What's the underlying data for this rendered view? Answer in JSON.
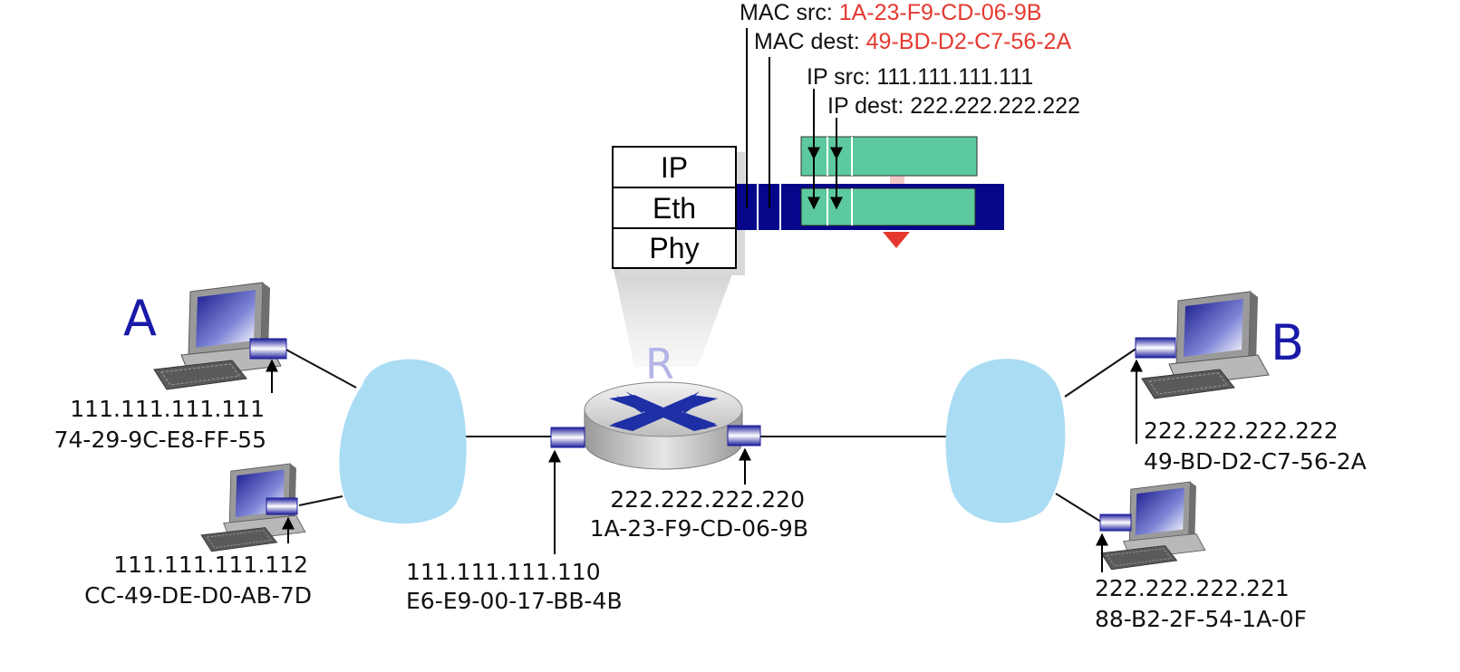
{
  "hosts": {
    "a": {
      "name": "A",
      "ip": "111.111.111.111",
      "mac": "74-29-9C-E8-FF-55"
    },
    "a2": {
      "ip": "111.111.111.112",
      "mac": "CC-49-DE-D0-AB-7D"
    },
    "b": {
      "name": "B",
      "ip": "222.222.222.222",
      "mac": "49-BD-D2-C7-56-2A"
    },
    "b2": {
      "ip": "222.222.222.221",
      "mac": "88-B2-2F-54-1A-0F"
    }
  },
  "router": {
    "name": "R",
    "left_if": {
      "ip": "111.111.111.110",
      "mac": "E6-E9-00-17-BB-4B"
    },
    "right_if": {
      "ip": "222.222.222.220",
      "mac": "1A-23-F9-CD-06-9B"
    }
  },
  "stack": {
    "layers": [
      "IP",
      "Eth",
      "Phy"
    ]
  },
  "frame": {
    "mac_src_label": "MAC src: ",
    "mac_src_value": "1A-23-F9-CD-06-9B",
    "mac_dest_label": "MAC dest: ",
    "mac_dest_value": "49-BD-D2-C7-56-2A",
    "ip_src": "IP src: 111.111.111.111",
    "ip_dest": "IP dest: 222.222.222.222"
  },
  "colors": {
    "highlight": "#e5392f",
    "frame_blue": "#06068a",
    "payload_green": "#5cc99e",
    "cloud": "#aadcf4",
    "host_label": "#1a1aa8",
    "router_label": "#b4b4e6"
  }
}
